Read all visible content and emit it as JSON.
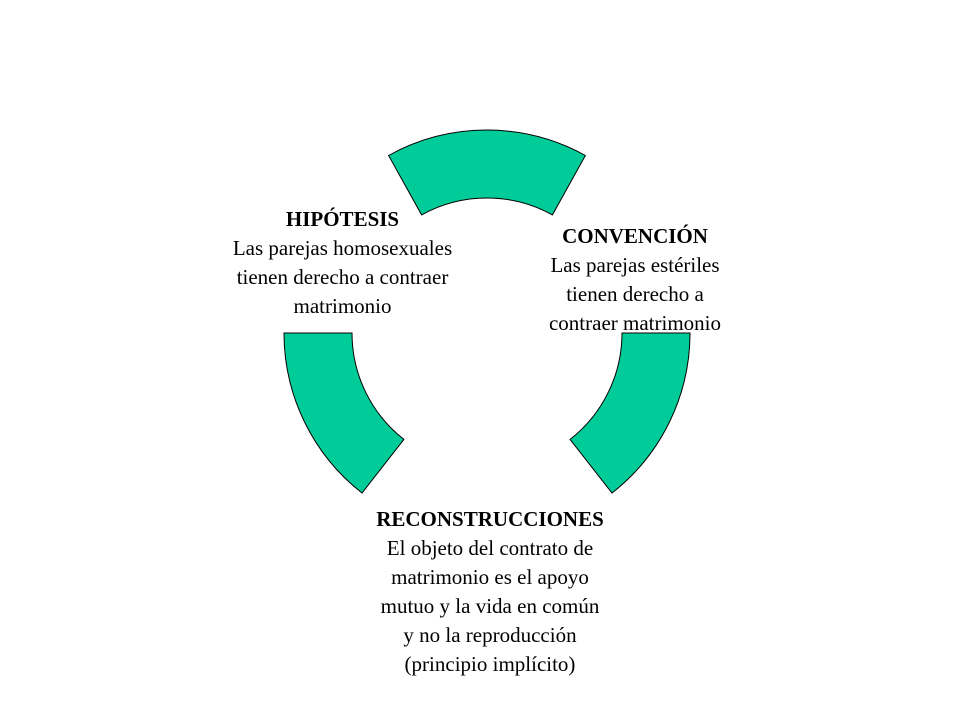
{
  "colors": {
    "segment_fill": "#00CC99",
    "segment_stroke": "#000000",
    "text": "#000000",
    "background": "#FFFFFF"
  },
  "diagram": {
    "type": "cycle",
    "segment_count": 3,
    "nodes": [
      {
        "id": "hipotesis",
        "title": "HIPÓTESIS",
        "body": "Las parejas homosexuales\ntienen derecho a contraer\nmatrimonio"
      },
      {
        "id": "convencion",
        "title": "CONVENCIÓN",
        "body": "Las parejas estériles\ntienen derecho a\ncontraer matrimonio"
      },
      {
        "id": "reconstrucciones",
        "title": "RECONSTRUCCIONES",
        "body": "El objeto del contrato de\nmatrimonio es el apoyo\nmutuo y la vida en común\ny no la reproducción\n(principio implícito)"
      }
    ]
  }
}
